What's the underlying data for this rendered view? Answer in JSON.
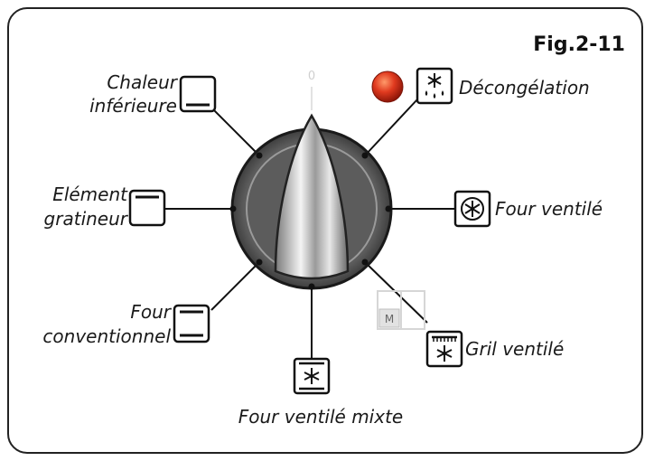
{
  "figure_label": "Fig.2-11",
  "dial_zero_mark": "0",
  "modes": {
    "chaleur_inferieure": [
      "Chaleur",
      "inférieure"
    ],
    "element_gratineur": [
      "Elément",
      "gratineur"
    ],
    "four_conventionnel": [
      "Four",
      "conventionnel"
    ],
    "four_ventile_mixte": "Four ventilé mixte",
    "gril_ventile": "Gril ventilé",
    "four_ventile": "Four ventilé",
    "decongelation": "Décongélation"
  },
  "memory_marker": "M",
  "colors": {
    "indicator_light": "#d42a1a",
    "frame": "#222222",
    "dial": "#5a5a5a"
  },
  "icons": [
    "bottom-heat-icon",
    "top-heat-icon",
    "top-bottom-heat-icon",
    "fan-mixed-icon",
    "fan-grill-icon",
    "fan-icon",
    "defrost-icon"
  ]
}
